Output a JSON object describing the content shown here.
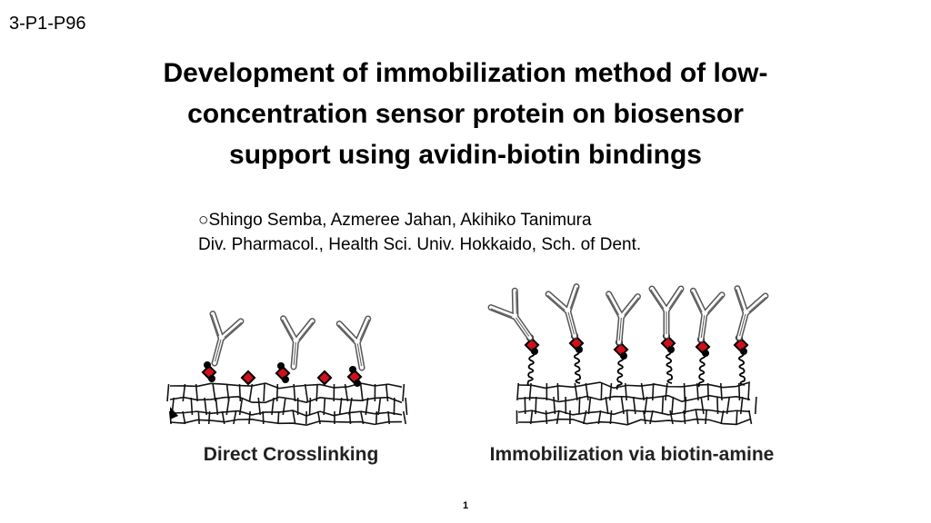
{
  "slide_id": "3-P1-P96",
  "title_lines": [
    "Development of immobilization method of low-",
    "concentration sensor protein on biosensor",
    "support using avidin-biotin bindings"
  ],
  "authors": "○Shingo Semba, Azmeree Jahan, Akihiko Tanimura",
  "affiliation": "Div. Pharmacol., Health Sci. Univ. Hokkaido, Sch. of Dent.",
  "figure": {
    "left_caption": "Direct Crosslinking",
    "right_caption": "Immobilization via biotin-amine",
    "colors": {
      "biotin": "#d0101a",
      "antibody": "#555555"
    }
  },
  "page_number": "1"
}
